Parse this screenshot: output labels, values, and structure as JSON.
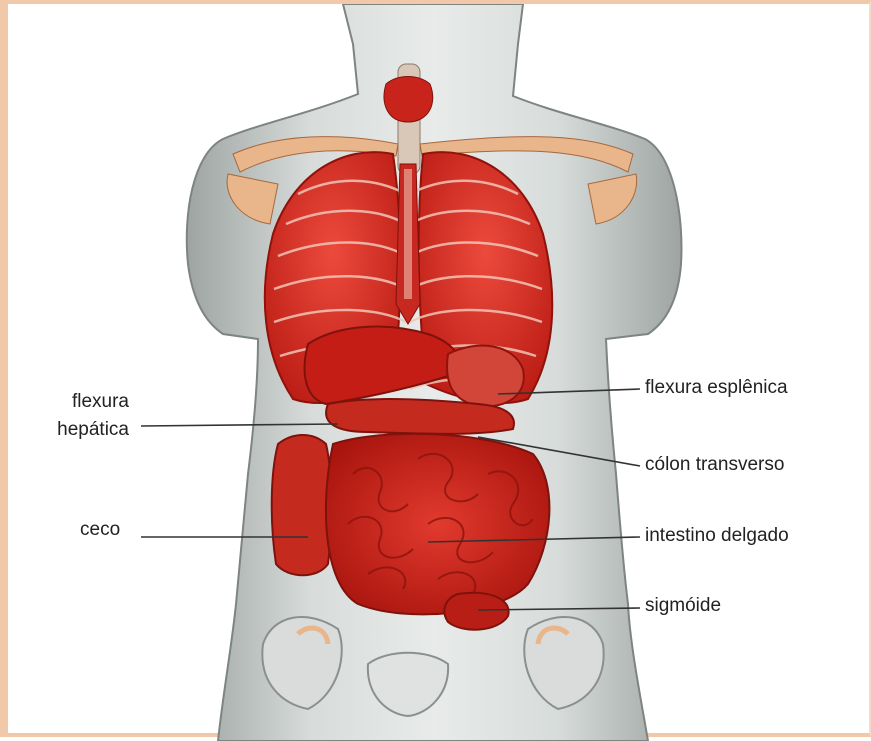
{
  "labels": {
    "flexura_hepatica_line1": "flexura",
    "flexura_hepatica_line2": "hepática",
    "ceco": "ceco",
    "flexura_esplenica": "flexura esplênica",
    "colon_transverso": "cólon transverso",
    "intestino_delgado": "intestino delgado",
    "sigmoide": "sigmóide"
  },
  "colors": {
    "frame_border": "#f1c9a8",
    "skin": "#cfd4d2",
    "organ_red": "#d8231b",
    "organ_dark": "#a8160f",
    "bone": "#e9b58a",
    "leader_line": "#333333"
  }
}
